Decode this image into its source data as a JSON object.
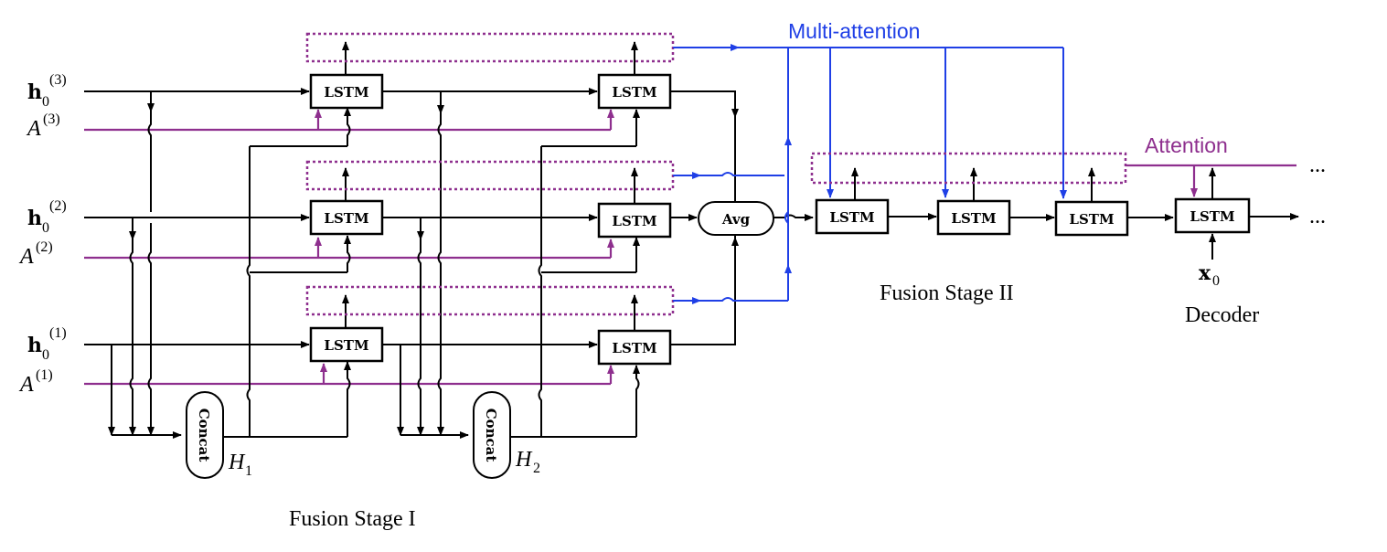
{
  "labels": {
    "lstm": "LSTM",
    "avg": "Avg",
    "concat": "Concat",
    "h1": "H",
    "h1_sub": "1",
    "h2": "H",
    "h2_sub": "2",
    "h0": "h",
    "h0_sub": "0",
    "a": "A",
    "sup3": "(3)",
    "sup2": "(2)",
    "sup1": "(1)",
    "x0": "x",
    "x0_sub": "0",
    "ellipsis": "..."
  },
  "captions": {
    "stage1": "Fusion Stage I",
    "stage2": "Fusion Stage II",
    "decoder": "Decoder",
    "multi_attention": "Multi-attention",
    "attention": "Attention"
  },
  "colors": {
    "black": "#000000",
    "purple": "#8e2f8e",
    "blue": "#1f3fe6"
  }
}
